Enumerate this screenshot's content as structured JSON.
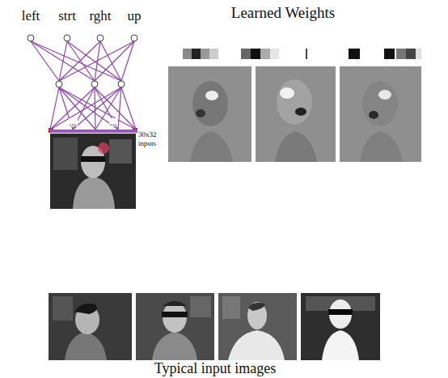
{
  "diagram": {
    "caption": "Typical input images",
    "nodes": [
      {
        "text": [
          "left"
        ]
      },
      {
        "text": [
          "strt"
        ]
      },
      {
        "text": [
          "rght"
        ]
      },
      {
        "text": [
          "up"
        ]
      }
    ],
    "labels": [
      "Learned Weights",
      "30x32 inputs",
      "...",
      "..."
    ]
  }
}
